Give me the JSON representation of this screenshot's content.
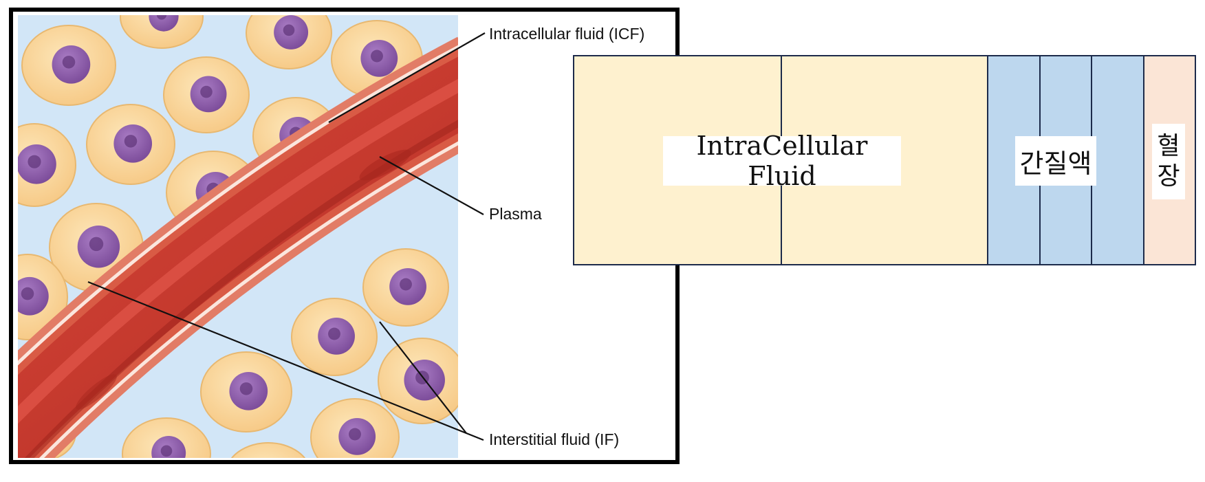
{
  "illustration": {
    "callouts": {
      "icf": "Intracellular fluid (ICF)",
      "plasma": "Plasma",
      "interstitial": "Interstitial fluid (IF)"
    }
  },
  "block_diagram": {
    "labels": {
      "icf": "IntraCellular Fluid",
      "interstitial": "간질액",
      "plasma": "혈장"
    },
    "colors": {
      "icf": "#fef1cf",
      "interstitial": "#bdd7ee",
      "plasma": "#fbe5d6",
      "border": "#1c2a4a"
    }
  },
  "colors": {
    "cell_fill": "#fbd9a0",
    "cell_edge": "#e8b870",
    "nucleus": "#8e5aa8",
    "vessel": "#c8382e",
    "background_fluid": "#d2e6f7"
  }
}
